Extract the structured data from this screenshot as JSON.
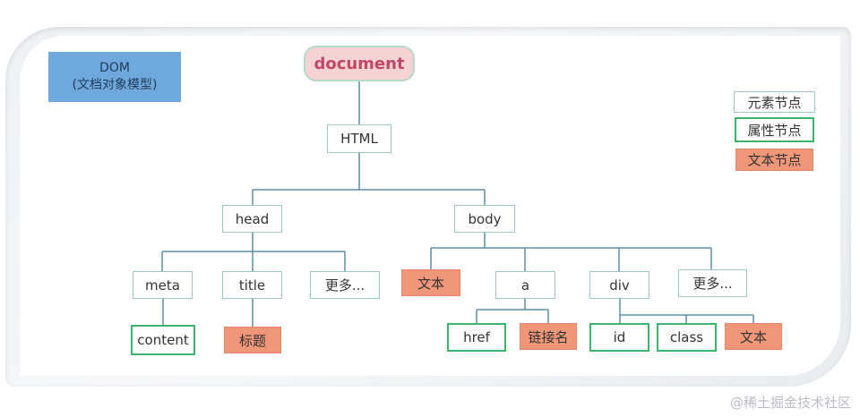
{
  "diagram": {
    "title_line1": "DOM",
    "title_line2": "(文档对象模型)",
    "root": "document",
    "nodes": {
      "html": "HTML",
      "head": "head",
      "body": "body",
      "meta": "meta",
      "title": "title",
      "head_more": "更多...",
      "body_text": "文本",
      "a": "a",
      "div": "div",
      "body_more": "更多...",
      "content": "content",
      "title_text": "标题",
      "href": "href",
      "link_text": "链接名",
      "id": "id",
      "class": "class",
      "div_text": "文本"
    },
    "legend": {
      "element": "元素节点",
      "attribute": "属性节点",
      "text": "文本节点"
    },
    "colors": {
      "line": "#5b8fa8",
      "element_border": "#9cc6c6",
      "attribute_border": "#3bb56a",
      "text_fill": "#f0977a",
      "document_fill": "#f6d3d3",
      "document_text": "#c0466a",
      "dom_box_fill": "#6fa8dc"
    }
  },
  "watermark": "@稀土掘金技术社区"
}
